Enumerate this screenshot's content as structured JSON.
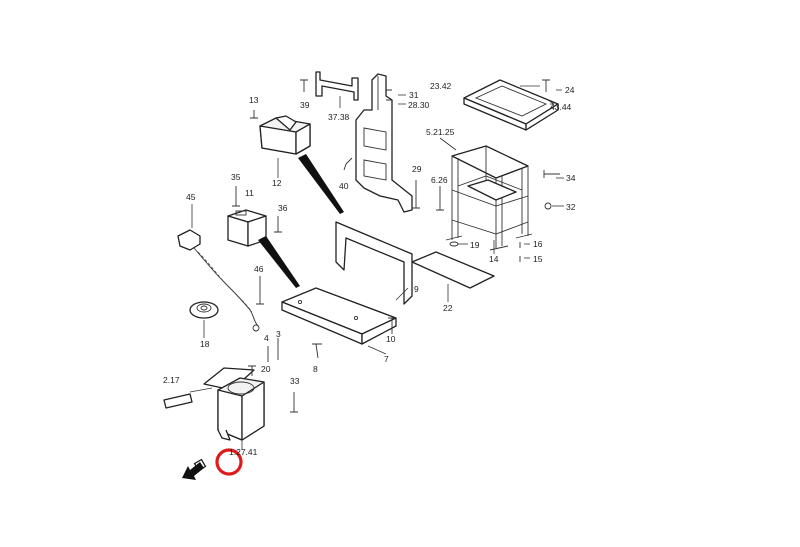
{
  "labels": {
    "p13": "13",
    "p39": "39",
    "p37_38": "37.38",
    "p31": "31",
    "p28_30": "28.30",
    "p23_42": "23.42",
    "p24": "24",
    "p43_44": "43.44",
    "p5_21_25": "5.21.25",
    "p12": "12",
    "p40": "40",
    "p29": "29",
    "p6_26": "6.26",
    "p34": "34",
    "p32": "32",
    "p35": "35",
    "p11": "11",
    "p36": "36",
    "p45": "45",
    "p19": "19",
    "p16": "16",
    "p14": "14",
    "p15": "15",
    "p46": "46",
    "p9": "9",
    "p22": "22",
    "p18": "18",
    "p10": "10",
    "p4": "4",
    "p3": "3",
    "p7": "7",
    "p8": "8",
    "p20": "20",
    "p2_17": "2.17",
    "p33": "33",
    "p1_27_41": "1.27.41"
  },
  "marker": {
    "color": "#e01b1b"
  }
}
